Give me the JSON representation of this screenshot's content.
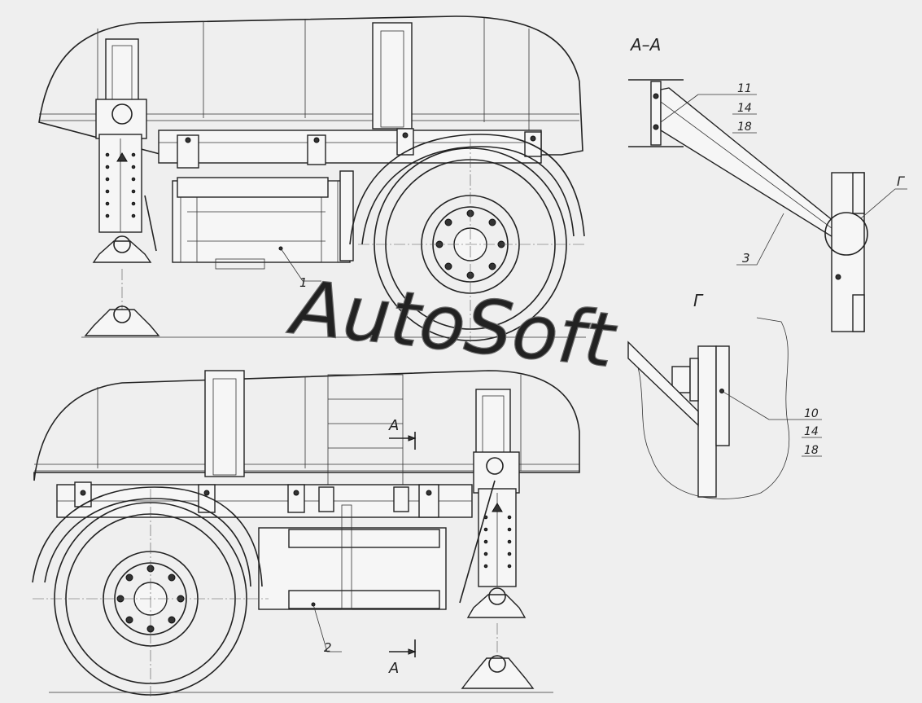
{
  "section_views": {
    "aa": {
      "title": "А–А"
    },
    "g": {
      "title": "Г"
    }
  },
  "callouts": {
    "part_1": "1",
    "part_2": "2",
    "part_3": "3",
    "aa_refs": [
      "11",
      "14",
      "18"
    ],
    "g_refs": [
      "10",
      "14",
      "18"
    ],
    "detail_g": "Г"
  },
  "cut_markers": {
    "top": "А",
    "bottom": "А"
  },
  "watermark": "AutoSoft"
}
